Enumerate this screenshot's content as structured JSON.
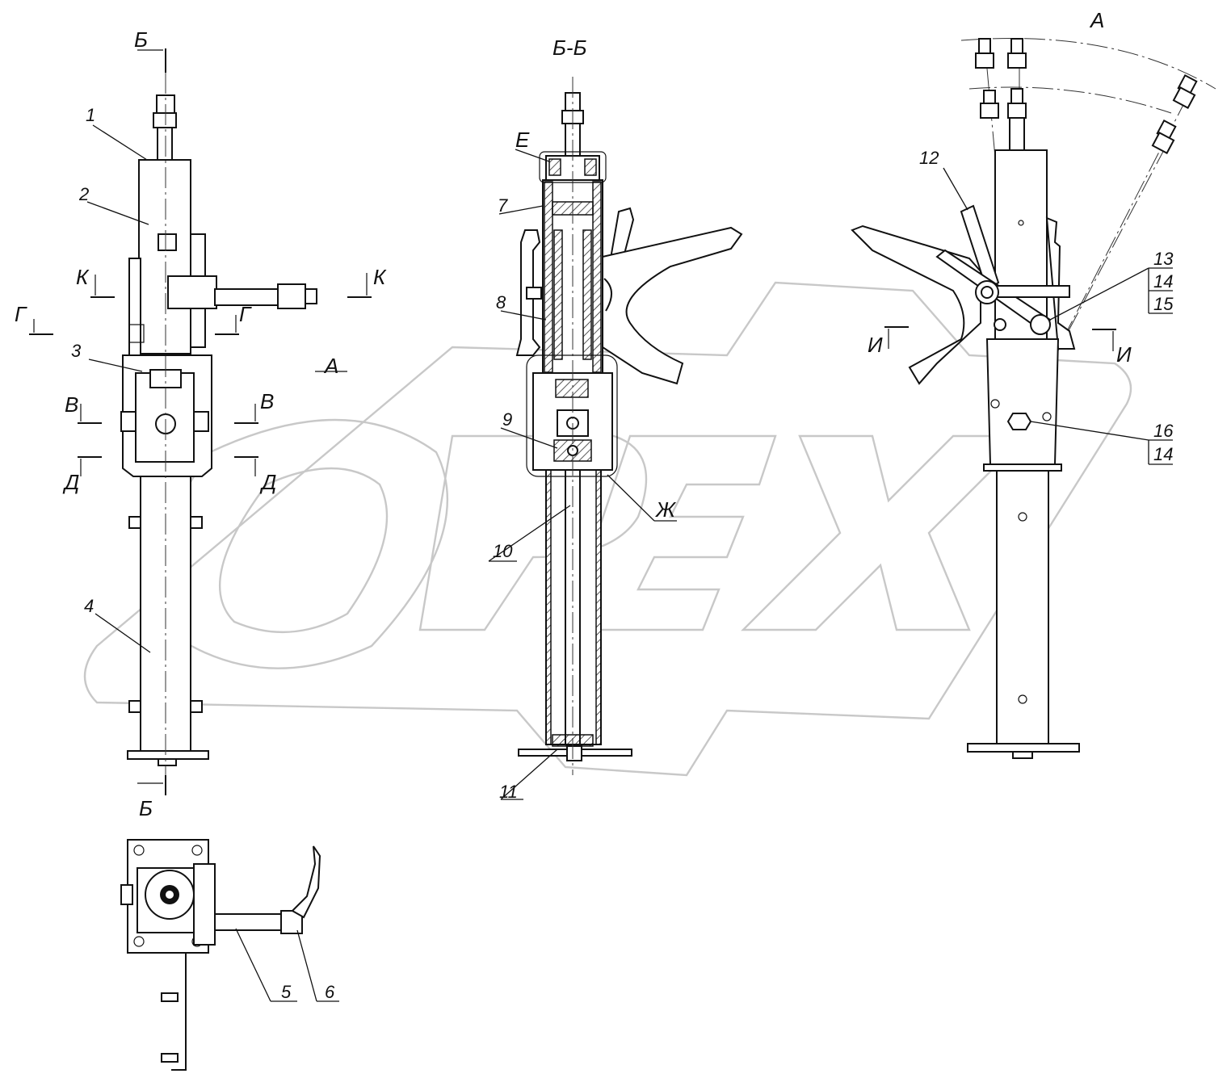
{
  "watermark": "OPEX",
  "section_title": "Б-Б",
  "view_labels": {
    "A_top": "А",
    "A_arrow": "А",
    "B_top": "Б",
    "B_bottom": "Б",
    "K_left": "К",
    "K_right": "К",
    "G_left": "Г",
    "G_right": "Г",
    "V_left": "В",
    "V_right": "В",
    "D_left": "Д",
    "D_right": "Д",
    "E": "Е",
    "Zh": "Ж",
    "I_left": "И",
    "I_right": "И"
  },
  "parts": [
    "1",
    "2",
    "3",
    "4",
    "5",
    "6",
    "7",
    "8",
    "9",
    "10",
    "11",
    "12",
    "13",
    "14",
    "15",
    "16",
    "14"
  ]
}
